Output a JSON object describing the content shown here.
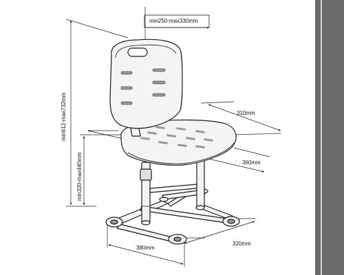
{
  "dimensions": {
    "backrest_width": "min250-max330mm",
    "total_height": "min612-max732mm",
    "seat_height": "min320-max440mm",
    "seat_depth": "310mm",
    "seat_width": "360mm",
    "base_width": "380mm",
    "base_depth": "320mm"
  },
  "colors": {
    "line": "#1a1a1a",
    "part_fill": "#f4f4f4",
    "slot_fill": "#9a9a9a",
    "sidebar": "#6b6b6b"
  }
}
